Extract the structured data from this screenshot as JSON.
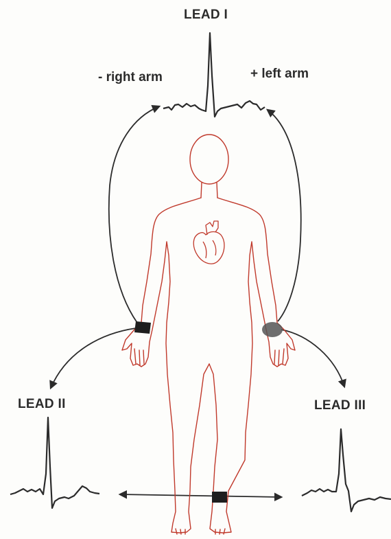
{
  "leads": {
    "lead1": "LEAD I",
    "lead2": "LEAD II",
    "lead3": "LEAD III"
  },
  "electrodes": {
    "right_arm": "- right arm",
    "left_arm": "+ left arm"
  },
  "colors": {
    "body_outline": "#c0392b",
    "trace": "#2b2b2b",
    "electrode": "#1e1e1e"
  }
}
